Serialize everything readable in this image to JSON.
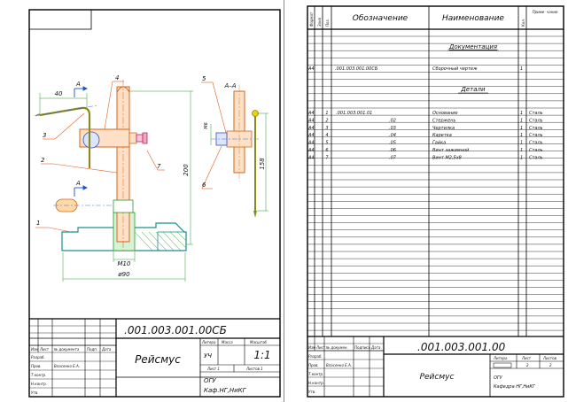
{
  "assembly": {
    "stamp_code": "",
    "designation": ".001.003.001.00СБ",
    "name": "Рейсмус",
    "scale": "1:1",
    "sheet_label": "Лист 1",
    "sheets_label": "Листов 1",
    "litera_label": "Литера",
    "mass_label": "Масса",
    "scale_label": "Масштаб",
    "litera_value": "УЧ",
    "org_line1": "ОГУ",
    "org_line2": "Каф.НГ,НиКГ",
    "cols": [
      "Изм",
      "Лист",
      "№ документа",
      "Подп.",
      "Дата"
    ],
    "roles": [
      "Разраб.",
      "Пров.",
      "Т.контр.",
      "Н.контр.",
      "Утв."
    ],
    "checker": "Власенко Е.А.",
    "dims": {
      "d40": "40",
      "m6": "М6",
      "h200": "200",
      "h158": "158",
      "m10": "М10",
      "d90": "ø90"
    },
    "callouts": [
      "1",
      "2",
      "3",
      "4",
      "5",
      "6",
      "7"
    ],
    "section_a": "А",
    "section_aa": "А–А"
  },
  "spec": {
    "headers": [
      "Формат",
      "Зона",
      "Поз.",
      "Обозначение",
      "Наименование",
      "Кол.",
      "Приме-\nчание"
    ],
    "section_docs": "Документация",
    "section_parts": "Детали",
    "doc_row": {
      "format": "А4",
      "designation": ".001.003.001.00СБ",
      "name": "Сборочный чертеж",
      "qty": "1"
    },
    "rows": [
      {
        "format": "А4",
        "pos": "1",
        "designation": ".001.003.001.01",
        "name": "Основание",
        "qty": "1",
        "note": "Сталь"
      },
      {
        "format": "А4",
        "pos": "2",
        "designation": ".02",
        "name": "Стержень",
        "qty": "1",
        "note": "Сталь"
      },
      {
        "format": "А4",
        "pos": "3",
        "designation": ".03",
        "name": "Чертилка",
        "qty": "1",
        "note": "Сталь"
      },
      {
        "format": "А4",
        "pos": "4",
        "designation": ".04",
        "name": "Каретка",
        "qty": "1",
        "note": "Сталь"
      },
      {
        "format": "А4",
        "pos": "5",
        "designation": ".05",
        "name": "Гайка",
        "qty": "1",
        "note": "Сталь"
      },
      {
        "format": "А4",
        "pos": "6",
        "designation": ".06",
        "name": "Винт зажимной",
        "qty": "1",
        "note": "Сталь"
      },
      {
        "format": "А4",
        "pos": "7",
        "designation": ".07",
        "name": "Винт М2,5х8",
        "qty": "1",
        "note": "Сталь"
      }
    ],
    "title_designation": ".001.003.001.00",
    "title_name": "Рейсмус",
    "litera_label": "Литера",
    "sheet_label": "Лист",
    "sheets_label": "Листов",
    "sheet_value": "2",
    "sheets_value": "2",
    "org_line1": "ОГУ",
    "org_line2": "Кафедра НГ,НиКГ",
    "cols": [
      "Изм",
      "Лист",
      "№ докумен.",
      "Подпись",
      "Дата"
    ],
    "roles": [
      "Разраб.",
      "Пров.",
      "Т.контр.",
      "Н.контр.",
      "Утв."
    ],
    "checker": "Власенко Е.А."
  }
}
